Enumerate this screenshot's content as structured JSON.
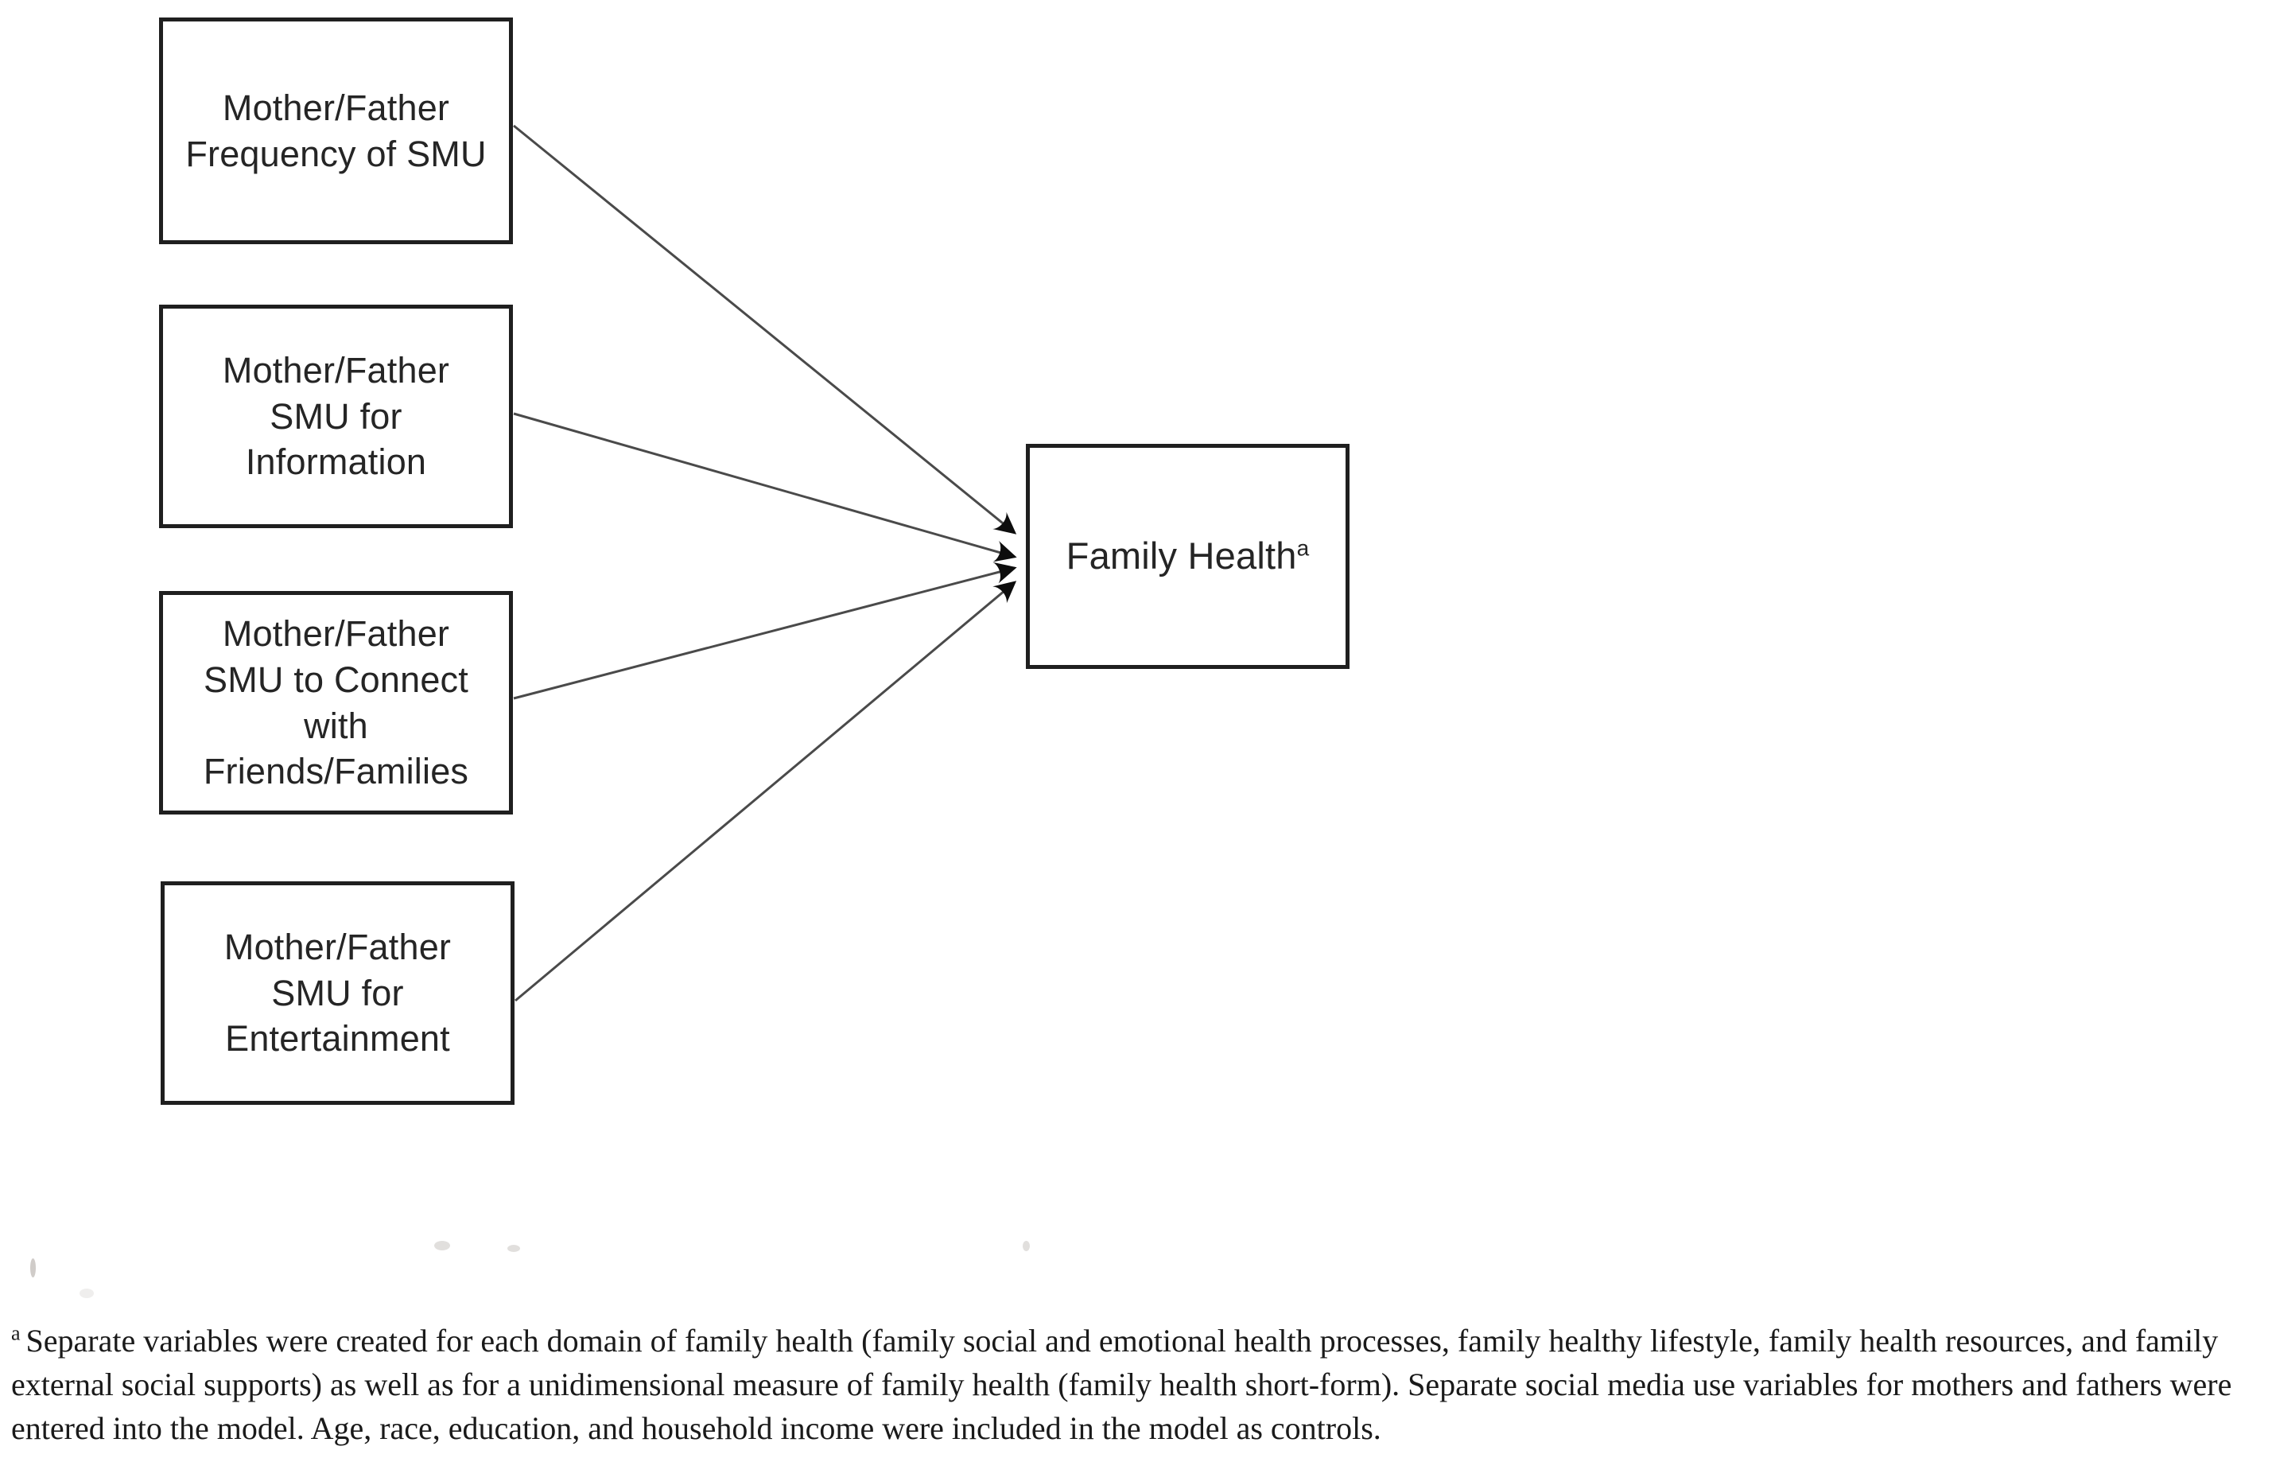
{
  "diagram": {
    "predictors": [
      {
        "id": "frequency-of-smu",
        "label": "Mother/Father\nFrequency of SMU"
      },
      {
        "id": "smu-for-information",
        "label": "Mother/Father\nSMU for\nInformation"
      },
      {
        "id": "smu-to-connect",
        "label": "Mother/Father\nSMU to Connect\nwith\nFriends/Families"
      },
      {
        "id": "smu-for-entertainment",
        "label": "Mother/Father\nSMU for\nEntertainment"
      }
    ],
    "outcome": {
      "label": "Family Health",
      "superscript": "a"
    },
    "connections": [
      {
        "from": "Mother/Father Frequency of SMU",
        "to": "Family Health"
      },
      {
        "from": "Mother/Father SMU for Information",
        "to": "Family Health"
      },
      {
        "from": "Mother/Father SMU to Connect with Friends/Families",
        "to": "Family Health"
      },
      {
        "from": "Mother/Father SMU for Entertainment",
        "to": "Family Health"
      }
    ]
  },
  "footnote": {
    "marker": "a",
    "text": "Separate variables were created for each domain of family health (family social and emotional health processes, family healthy lifestyle, family health resources, and family external social supports) as well as for a unidimensional measure of family health (family health short-form). Separate social media use variables for mothers and fathers were entered into the model. Age, race, education, and household income were included in the model as controls."
  },
  "colors": {
    "background": "#ffffff",
    "box_border": "#1f1f1f",
    "box_text": "#252525",
    "arrow_line": "#4a4a4a",
    "arrowhead": "#0d0d0d",
    "footnote_text": "#1a1a1a"
  }
}
